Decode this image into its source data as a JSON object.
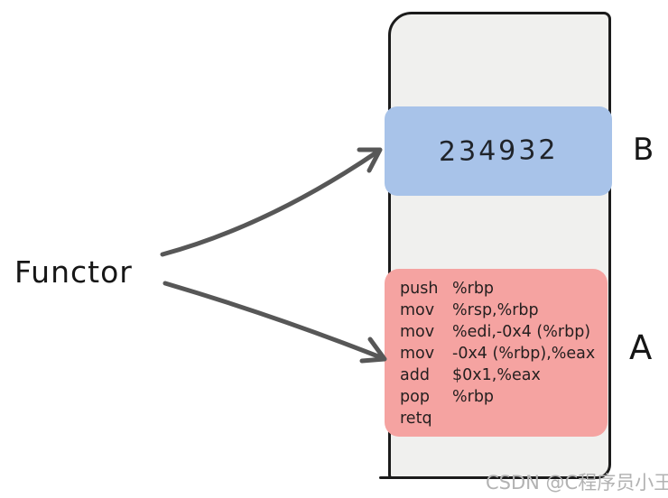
{
  "diagram": {
    "functor_label": "Functor",
    "block_b": {
      "value": "234932",
      "side_label": "B",
      "color": "#a8c3e9"
    },
    "block_a": {
      "side_label": "A",
      "color": "#f5a3a1",
      "instructions": [
        {
          "op": "push",
          "operands": "%rbp"
        },
        {
          "op": "mov",
          "operands": "%rsp,%rbp"
        },
        {
          "op": "mov",
          "operands": "%edi,-0x4 (%rbp)"
        },
        {
          "op": "mov",
          "operands": "-0x4 (%rbp),%eax"
        },
        {
          "op": "add",
          "operands": "$0x1,%eax"
        },
        {
          "op": "pop",
          "operands": "%rbp"
        },
        {
          "op": "retq",
          "operands": ""
        }
      ]
    },
    "container": {
      "background": "#f0f0ee",
      "outline_color": "#1b1b1b"
    },
    "arrow_color": "#575757",
    "watermark": "CSDN @C程序员小王"
  }
}
